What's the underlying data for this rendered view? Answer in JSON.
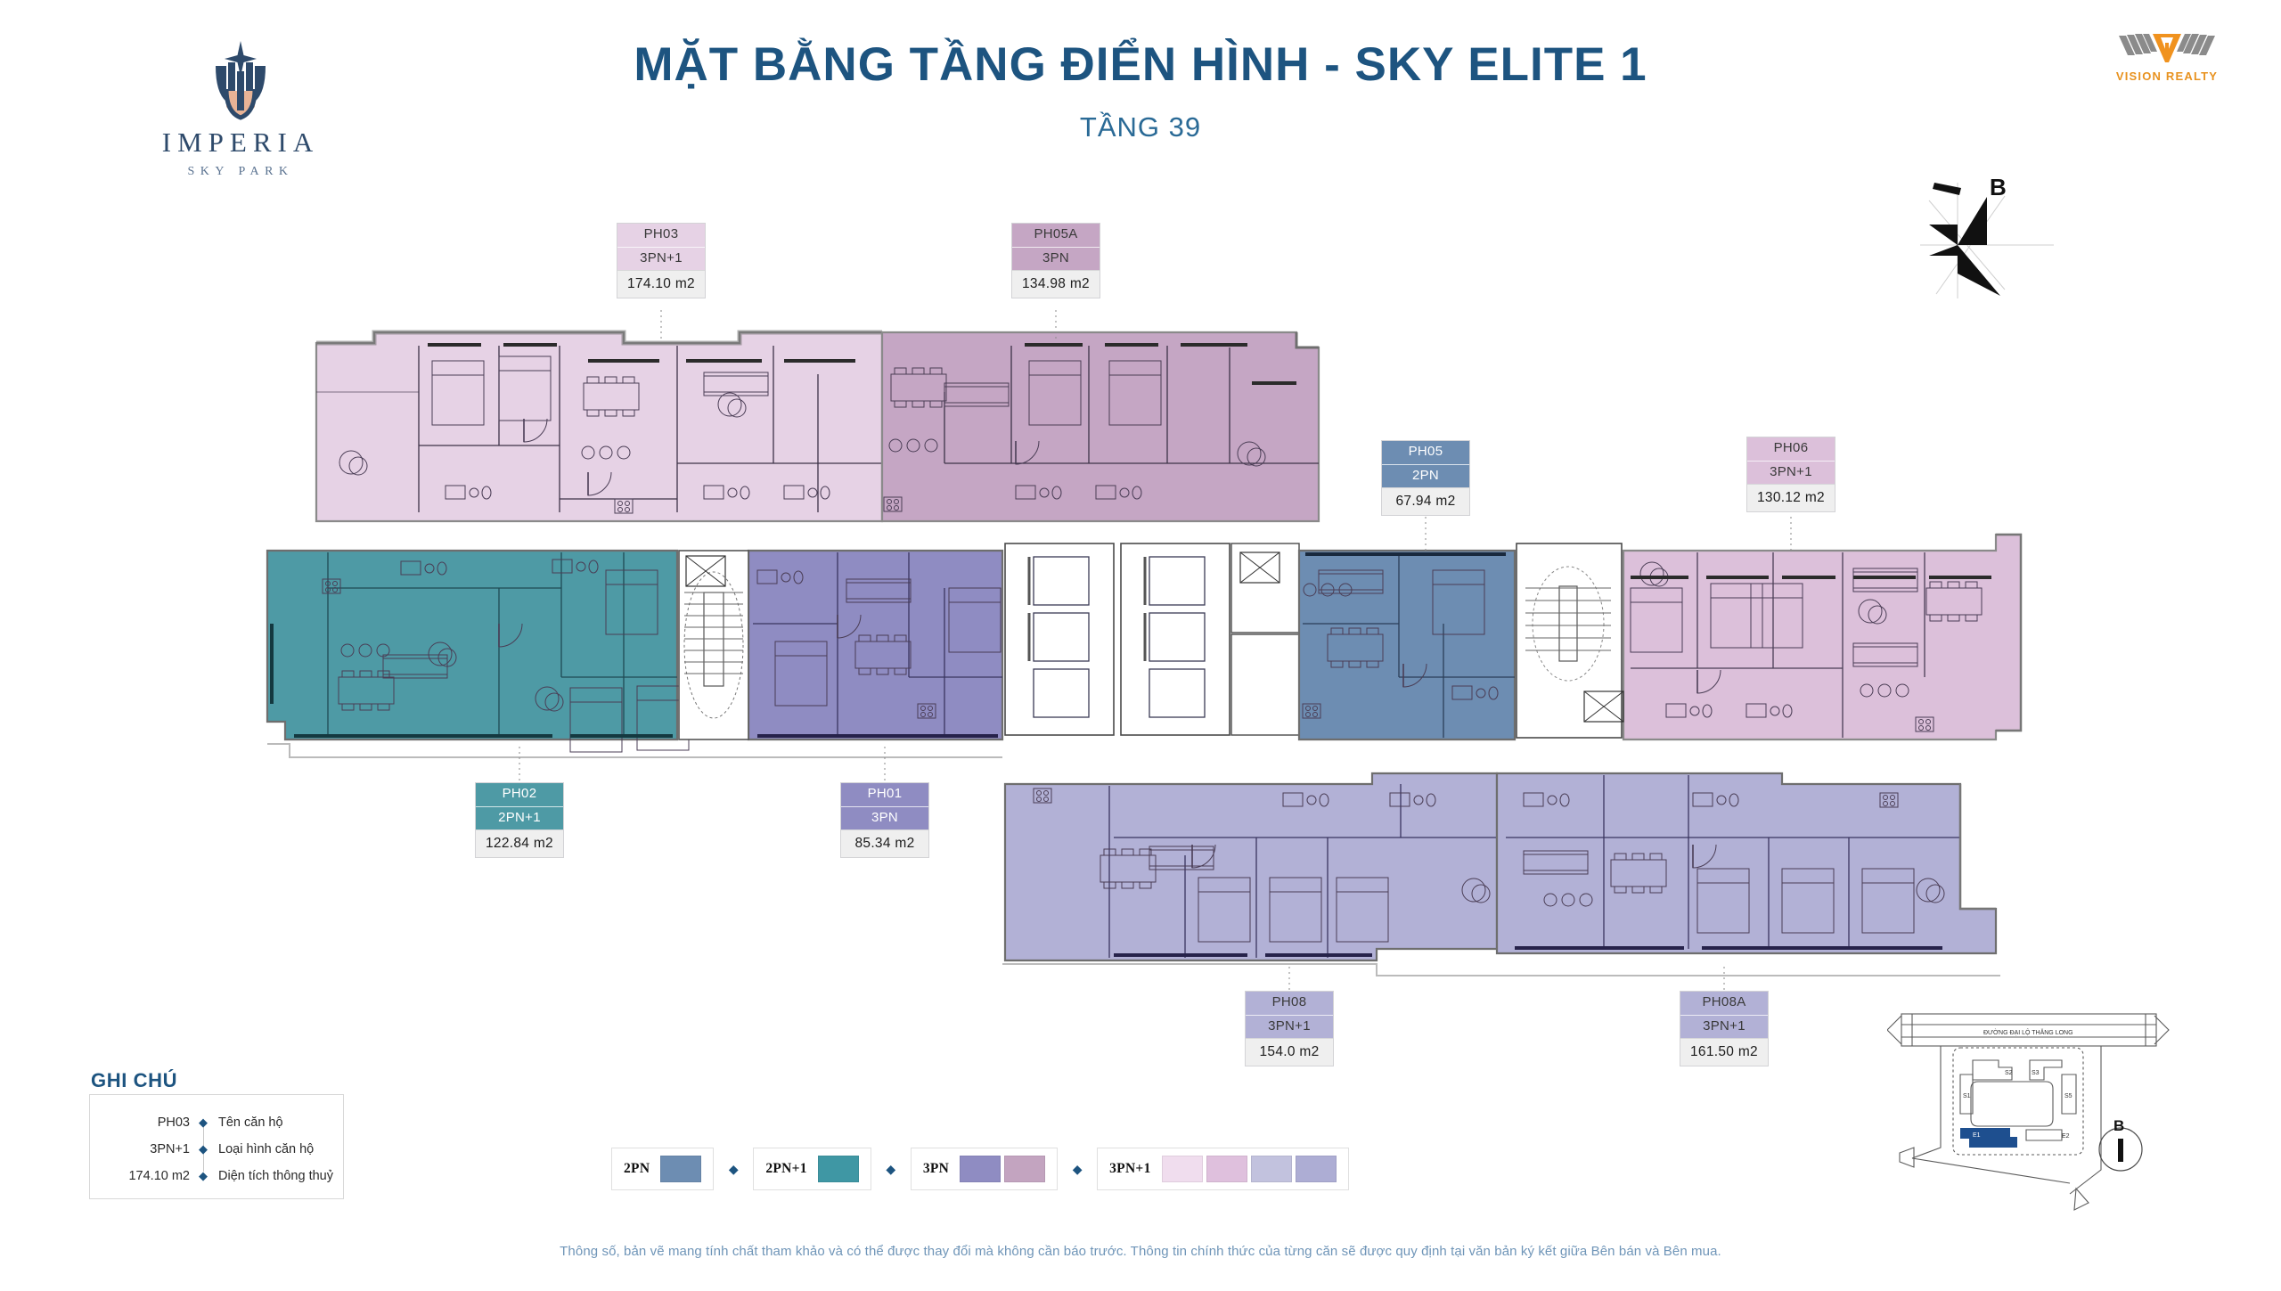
{
  "brand": {
    "logo_name": "IMPERIA",
    "logo_sub": "SKY PARK",
    "partner_name": "VISION REALTY"
  },
  "header": {
    "title": "MẶT BẰNG TẦNG ĐIỂN HÌNH - SKY ELITE 1",
    "subtitle": "TẦNG 39"
  },
  "compass": {
    "north_label": "B"
  },
  "units": [
    {
      "code": "PH03",
      "type": "3PN+1",
      "area": "174.10 m2",
      "color": "#e6d2e5",
      "text": "#3a3a3a"
    },
    {
      "code": "PH05A",
      "type": "3PN",
      "area": "134.98 m2",
      "color": "#c5a6c4",
      "text": "#3a3a3a"
    },
    {
      "code": "PH05",
      "type": "2PN",
      "area": "67.94 m2",
      "color": "#6d8db2",
      "text": "#ffffff"
    },
    {
      "code": "PH06",
      "type": "3PN+1",
      "area": "130.12 m2",
      "color": "#dcc0da",
      "text": "#3a3a3a"
    },
    {
      "code": "PH02",
      "type": "2PN+1",
      "area": "122.84 m2",
      "color": "#4e9aa5",
      "text": "#ffffff"
    },
    {
      "code": "PH01",
      "type": "3PN",
      "area": "85.34 m2",
      "color": "#8f8cc2",
      "text": "#ffffff"
    },
    {
      "code": "PH08",
      "type": "3PN+1",
      "area": "154.0 m2",
      "color": "#b2b1d6",
      "text": "#3a3a3a"
    },
    {
      "code": "PH08A",
      "type": "3PN+1",
      "area": "161.50 m2",
      "color": "#b2b1d6",
      "text": "#3a3a3a"
    }
  ],
  "ghichu": {
    "title": "GHI CHÚ",
    "rows": [
      {
        "key": "PH03",
        "value": "Tên căn hộ"
      },
      {
        "key": "3PN+1",
        "value": "Loại hình căn hộ"
      },
      {
        "key": "174.10 m2",
        "value": "Diện tích thông thuỷ"
      }
    ]
  },
  "legend": {
    "separator": "◆",
    "groups": [
      {
        "label": "2PN",
        "swatches": [
          "#6d8db2"
        ]
      },
      {
        "label": "2PN+1",
        "swatches": [
          "#3f97a4"
        ]
      },
      {
        "label": "3PN",
        "swatches": [
          "#8f8cc2",
          "#c3a4c0"
        ]
      },
      {
        "label": "3PN+1",
        "swatches": [
          "#f0ddee",
          "#dfc0dd",
          "#c2c2de",
          "#adadd4"
        ]
      }
    ]
  },
  "footer": {
    "disclaimer": "Thông số, bản vẽ mang tính chất tham khảo và có thể được thay đổi mà không cần báo trước. Thông tin chính thức của từng căn sẽ được quy định tại văn bản ký kết giữa Bên bán và Bên mua."
  },
  "minimap": {
    "road_label": "ĐƯỜNG ĐẠI LỘ THĂNG LONG",
    "north_label": "B",
    "blocks": [
      {
        "name": "S2",
        "highlight": false
      },
      {
        "name": "S3",
        "highlight": false
      },
      {
        "name": "S1",
        "highlight": false
      },
      {
        "name": "S5",
        "highlight": false
      },
      {
        "name": "E1",
        "highlight": true
      },
      {
        "name": "E2",
        "highlight": false
      }
    ]
  }
}
